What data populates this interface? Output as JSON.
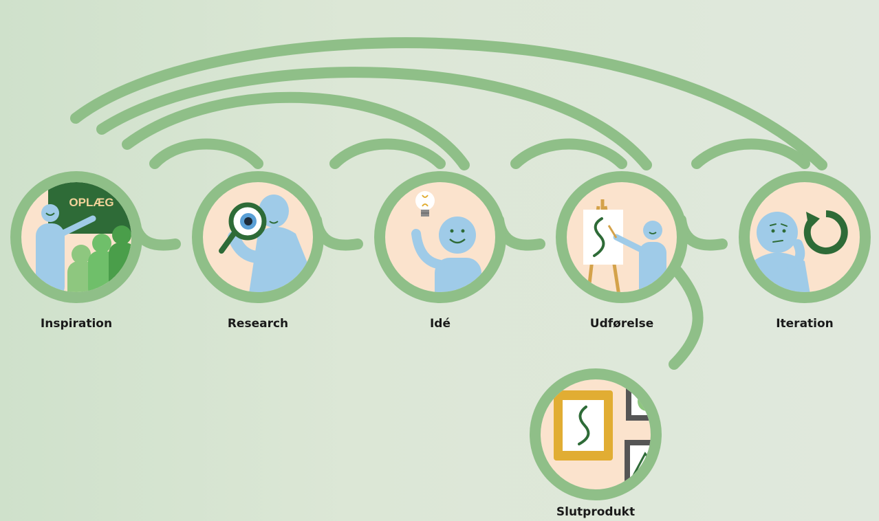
{
  "stages": [
    {
      "label": "Inspiration"
    },
    {
      "label": "Research"
    },
    {
      "label": "Idé"
    },
    {
      "label": "Udførelse"
    },
    {
      "label": "Iteration"
    }
  ],
  "final": {
    "label": "Slutprodukt"
  },
  "inspiration_board": {
    "text": "OPLÆG"
  },
  "colors": {
    "ring": "#8fbf88",
    "circle_fill": "#fbe3cd",
    "person": "#9fcbe8",
    "board": "#2e6b37",
    "board_text": "#f2d39a",
    "frame_gold": "#e1ad33",
    "frame_dark": "#555555"
  },
  "icons": [
    "teacher-icon",
    "magnifier-icon",
    "lightbulb-icon",
    "painter-icon",
    "refresh-icon",
    "picture-frames-icon"
  ]
}
